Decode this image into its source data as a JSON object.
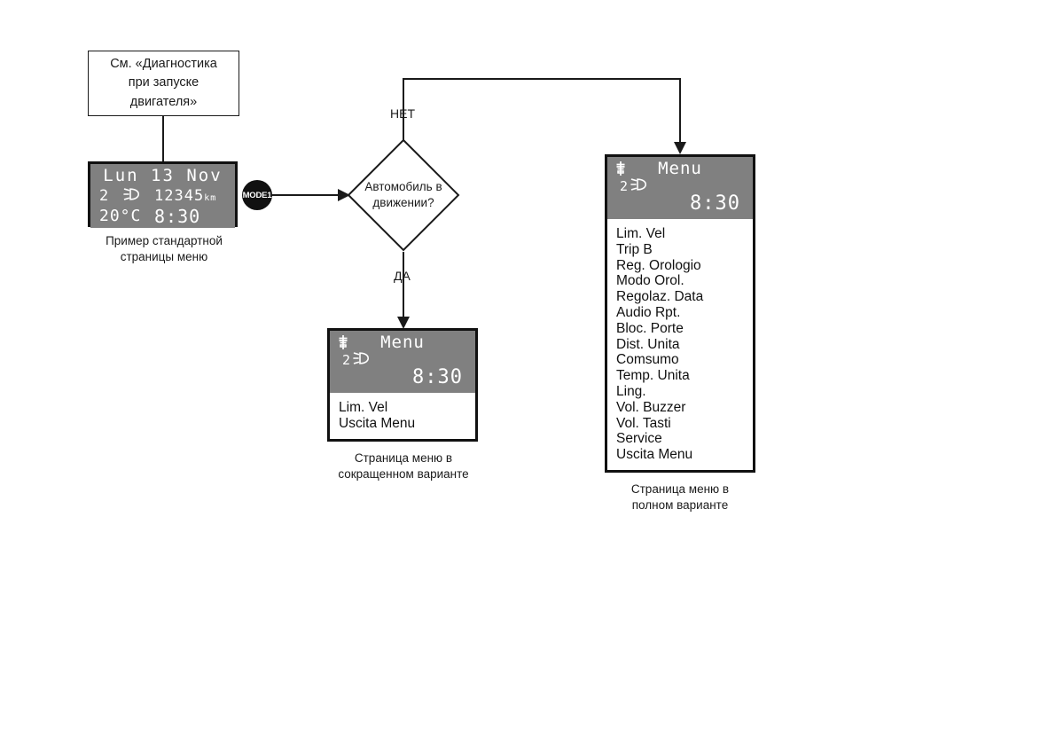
{
  "diagram": {
    "type": "flowchart",
    "note_box": {
      "text": "См. «Диагностика при запуске двигателя»",
      "lines": [
        "См. «Диагностика",
        "при запуске",
        "двигателя»"
      ]
    },
    "mode_button": {
      "label": "MODE1"
    },
    "decision": {
      "lines": [
        "Автомобиль в",
        "движении?"
      ],
      "branch_no": "НЕТ",
      "branch_yes": "ДА"
    },
    "standard_display": {
      "date": "Lun 13 Nov",
      "gear": "2",
      "lamp_icon": "headlight-icon",
      "odometer": "12345",
      "odometer_unit": "km",
      "temperature": "20°C",
      "clock": "8:30",
      "caption_lines": [
        "Пример стандартной",
        "страницы меню"
      ]
    },
    "short_menu_display": {
      "title": "Menu",
      "glowplug_icon": "glow-plug-icon",
      "gear": "2",
      "lamp_icon": "headlight-icon",
      "clock": "8:30",
      "items": [
        "Lim. Vel",
        "Uscita Menu"
      ],
      "caption_lines": [
        "Страница меню в",
        "сокращенном варианте"
      ]
    },
    "full_menu_display": {
      "title": "Menu",
      "glowplug_icon": "glow-plug-icon",
      "gear": "2",
      "lamp_icon": "headlight-icon",
      "clock": "8:30",
      "items": [
        "Lim. Vel",
        "Trip B",
        "Reg. Orologio",
        "Modo Orol.",
        "Regolaz. Data",
        "Audio Rpt.",
        "Bloc. Porte",
        "Dist. Unita",
        "Comsumo",
        "Temp. Unita",
        "Ling.",
        "Vol. Buzzer",
        "Vol. Tasti",
        "Service",
        "Uscita Menu"
      ],
      "caption_lines": [
        "Страница меню в",
        "полном варианте"
      ]
    },
    "colors": {
      "lcd_background": "#808080",
      "lcd_foreground": "#ffffff",
      "stroke": "#1a1a1a",
      "page_background": "#ffffff"
    }
  }
}
